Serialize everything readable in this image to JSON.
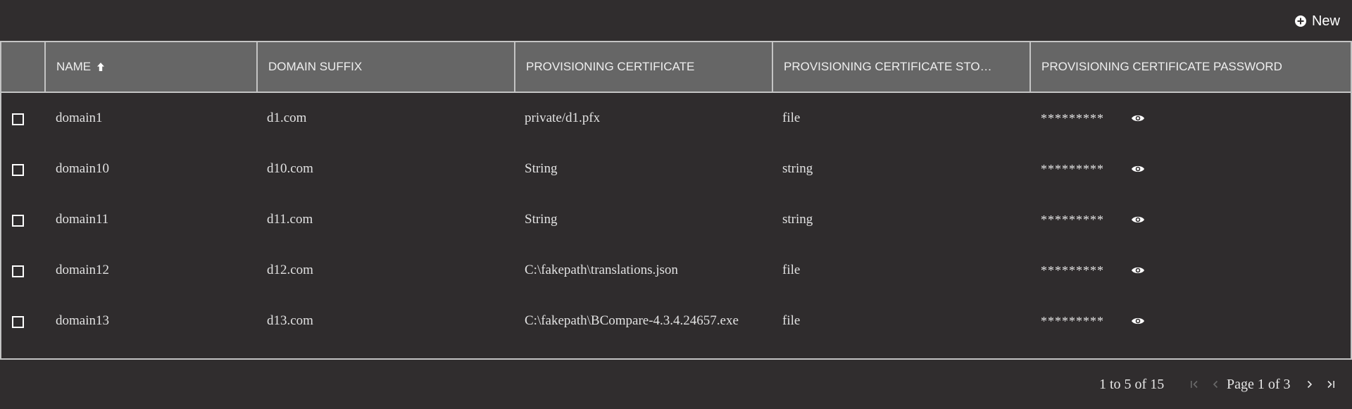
{
  "toolbar": {
    "new_label": "New"
  },
  "table": {
    "columns": [
      "NAME",
      "DOMAIN SUFFIX",
      "PROVISIONING CERTIFICATE",
      "PROVISIONING CERTIFICATE STO…",
      "PROVISIONING CERTIFICATE PASSWORD"
    ],
    "sort": {
      "column": "NAME",
      "direction": "ascending"
    },
    "rows": [
      {
        "name": "domain1",
        "suffix": "d1.com",
        "certificate": "private/d1.pfx",
        "storage": "file",
        "password": "*********"
      },
      {
        "name": "domain10",
        "suffix": "d10.com",
        "certificate": "String",
        "storage": "string",
        "password": "*********"
      },
      {
        "name": "domain11",
        "suffix": "d11.com",
        "certificate": "String",
        "storage": "string",
        "password": "*********"
      },
      {
        "name": "domain12",
        "suffix": "d12.com",
        "certificate": "C:\\fakepath\\translations.json",
        "storage": "file",
        "password": "*********"
      },
      {
        "name": "domain13",
        "suffix": "d13.com",
        "certificate": "C:\\fakepath\\BCompare-4.3.4.24657.exe",
        "storage": "file",
        "password": "*********"
      }
    ]
  },
  "pagination": {
    "summary": "1 to 5 of 15",
    "page_label": "Page 1 of 3"
  },
  "icons": [
    "plus-circle-icon",
    "sort-ascending-icon",
    "eye-icon",
    "first-page-icon",
    "previous-page-icon",
    "next-page-icon",
    "last-page-icon"
  ],
  "colors": {
    "background": "#302d2e",
    "header_background": "#666666",
    "border": "#c4c4c4",
    "text": "#e2e2e2"
  }
}
